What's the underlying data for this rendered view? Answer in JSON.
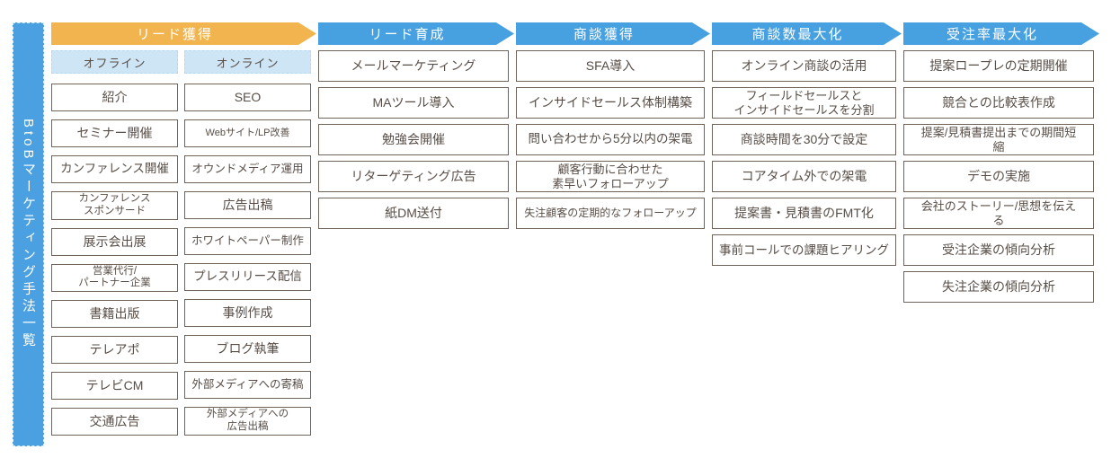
{
  "palette": {
    "bar_blue": "#4AA0E0",
    "arrow_blue": "#47A1E1",
    "arrow_orange": "#F1B44E",
    "subheader_blue": "#CEE5F6",
    "box_border": "#6F635A",
    "text": "#584E47"
  },
  "sidebar": {
    "label": "BtoBマーケティング手法一覧"
  },
  "columns": [
    {
      "header": "リード獲得",
      "header_color": "#F1B44E",
      "sub_columns": [
        {
          "header": "オフライン",
          "items": [
            "紹介",
            "セミナー開催",
            "カンファレンス開催",
            "カンファレンス\nスポンサード",
            "展示会出展",
            "営業代行/\nパートナー企業",
            "書籍出版",
            "テレアポ",
            "テレビCM",
            "交通広告"
          ]
        },
        {
          "header": "オンライン",
          "items": [
            "SEO",
            "Webサイト/LP改善",
            "オウンドメディア運用",
            "広告出稿",
            "ホワイトペーパー制作",
            "プレスリリース配信",
            "事例作成",
            "ブログ執筆",
            "外部メディアへの寄稿",
            "外部メディアへの\n広告出稿"
          ]
        }
      ]
    },
    {
      "header": "リード育成",
      "header_color": "#47A1E1",
      "items": [
        "メールマーケティング",
        "MAツール導入",
        "勉強会開催",
        "リターゲティング広告",
        "紙DM送付"
      ]
    },
    {
      "header": "商談獲得",
      "header_color": "#47A1E1",
      "items": [
        "SFA導入",
        "インサイドセールス体制構築",
        "問い合わせから5分以内の架電",
        "顧客行動に合わせた\n素早いフォローアップ",
        "失注顧客の定期的なフォローアップ"
      ]
    },
    {
      "header": "商談数最大化",
      "header_color": "#47A1E1",
      "items": [
        "オンライン商談の活用",
        "フィールドセールスと\nインサイドセールスを分割",
        "商談時間を30分で設定",
        "コアタイム外での架電",
        "提案書・見積書のFMT化",
        "事前コールでの課題ヒアリング"
      ]
    },
    {
      "header": "受注率最大化",
      "header_color": "#47A1E1",
      "items": [
        "提案ロープレの定期開催",
        "競合との比較表作成",
        "提案/見積書提出までの期間短\n縮",
        "デモの実施",
        "会社のストーリー/思想を伝え\nる",
        "受注企業の傾向分析",
        "失注企業の傾向分析"
      ]
    }
  ]
}
